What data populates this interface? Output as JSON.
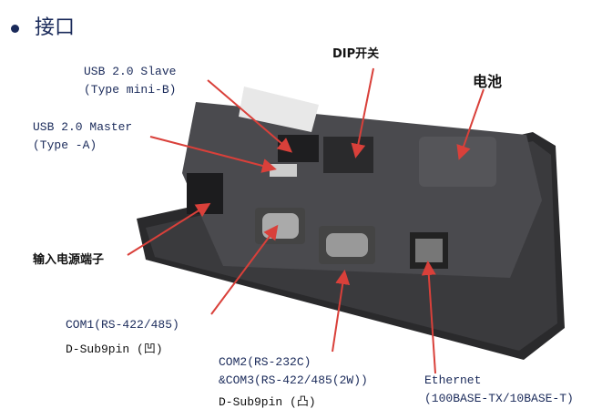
{
  "title": "接口",
  "labels": {
    "dip": "DIP开关",
    "usb_slave_1": "USB 2.0 Slave",
    "usb_slave_2": "(Type mini-B)",
    "battery": "电池",
    "usb_master_1": "USB 2.0 Master",
    "usb_master_2": "(Type -A)",
    "power": "输入电源端子",
    "com1_1": "COM1(RS-422/485)",
    "com1_2": "D-Sub9pin (凹)",
    "com23_1": "COM2(RS-232C)",
    "com23_2": "&COM3(RS-422/485(2W))",
    "com23_3": "D-Sub9pin (凸)",
    "eth_1": "Ethernet",
    "eth_2": "(100BASE-TX/10BASE-T)"
  },
  "colors": {
    "arrow": "#d9403a",
    "text": "#1a2a5a"
  }
}
